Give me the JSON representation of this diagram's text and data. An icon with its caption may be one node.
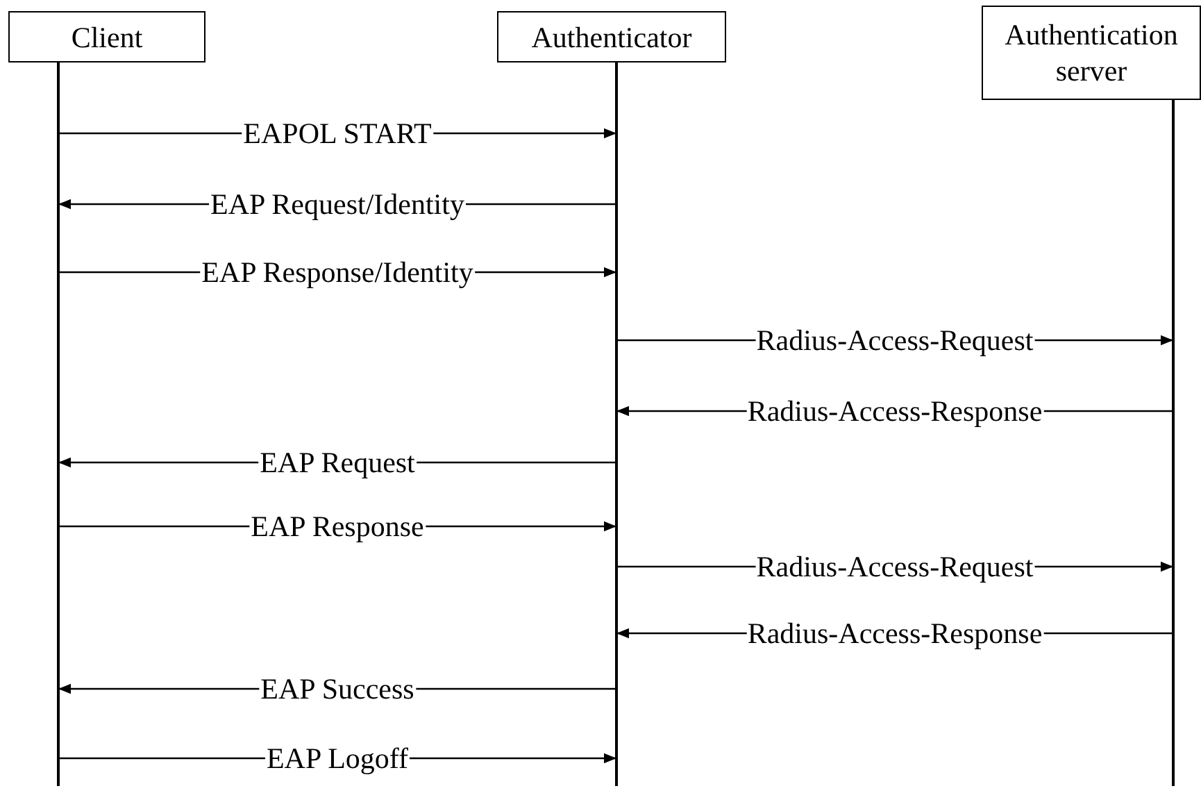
{
  "diagram": {
    "nodes": [
      {
        "text": [
          "Client"
        ]
      },
      {
        "text": [
          "Authenticator"
        ]
      },
      {
        "text": [
          "Authentication server"
        ]
      }
    ],
    "edges": [
      {
        "from": 0,
        "to": 1,
        "arrow": "to",
        "label": "EAPOL START"
      },
      {
        "from": 1,
        "to": 0,
        "arrow": "to",
        "label": "EAP Request/Identity"
      },
      {
        "from": 0,
        "to": 1,
        "arrow": "to",
        "label": "EAP Response/Identity"
      },
      {
        "from": 1,
        "to": 2,
        "arrow": "to",
        "label": "Radius-Access-Request"
      },
      {
        "from": 2,
        "to": 1,
        "arrow": "to",
        "label": "Radius-Access-Response"
      },
      {
        "from": 1,
        "to": 0,
        "arrow": "to",
        "label": "EAP Request"
      },
      {
        "from": 0,
        "to": 1,
        "arrow": "to",
        "label": "EAP Response"
      },
      {
        "from": 1,
        "to": 2,
        "arrow": "to",
        "label": "Radius-Access-Request"
      },
      {
        "from": 2,
        "to": 1,
        "arrow": "to",
        "label": "Radius-Access-Response"
      },
      {
        "from": 1,
        "to": 0,
        "arrow": "to",
        "label": "EAP Success"
      },
      {
        "from": 0,
        "to": 1,
        "arrow": "to",
        "label": "EAP Logoff"
      }
    ]
  }
}
